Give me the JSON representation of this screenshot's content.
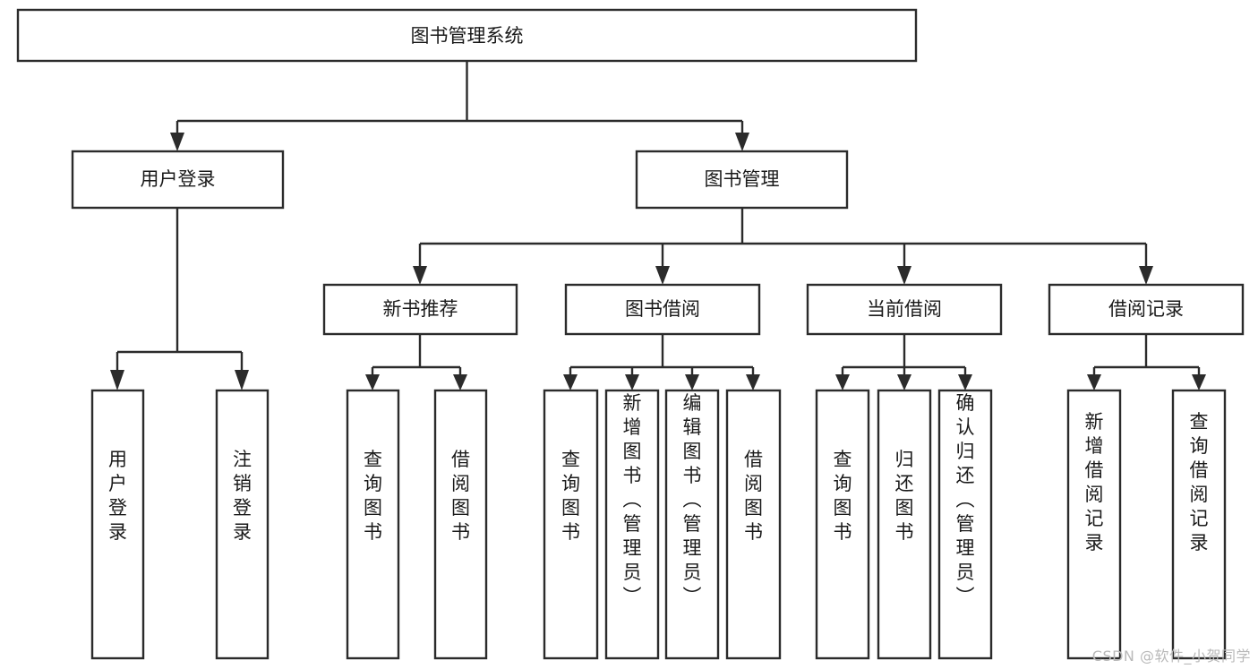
{
  "diagram": {
    "type": "tree-hierarchy-chart",
    "title": "图书管理系统",
    "watermark": "CSDN @软件_小贺同学",
    "colors": {
      "stroke": "#2b2b2b",
      "box_fill": "#ffffff",
      "text": "#1a1a1a",
      "background": "#ffffff",
      "watermark": "#b9b9b9"
    },
    "levels": [
      {
        "level": 1,
        "nodes": [
          {
            "id": "root",
            "label": "图书管理系统",
            "orientation": "horizontal"
          }
        ]
      },
      {
        "level": 2,
        "nodes": [
          {
            "id": "user-login",
            "label": "用户登录",
            "orientation": "horizontal",
            "parent": "root"
          },
          {
            "id": "book-manage",
            "label": "图书管理",
            "orientation": "horizontal",
            "parent": "root"
          }
        ]
      },
      {
        "level": 3,
        "nodes": [
          {
            "id": "new-book-rec",
            "label": "新书推荐",
            "orientation": "horizontal",
            "parent": "book-manage"
          },
          {
            "id": "book-borrow",
            "label": "图书借阅",
            "orientation": "horizontal",
            "parent": "book-manage"
          },
          {
            "id": "current-borrow",
            "label": "当前借阅",
            "orientation": "horizontal",
            "parent": "book-manage"
          },
          {
            "id": "borrow-record",
            "label": "借阅记录",
            "orientation": "horizontal",
            "parent": "book-manage"
          }
        ]
      },
      {
        "level": 4,
        "nodes": [
          {
            "id": "leaf-user-login",
            "label": "用户登录",
            "orientation": "vertical",
            "parent": "user-login"
          },
          {
            "id": "leaf-logout",
            "label": "注销登录",
            "orientation": "vertical",
            "parent": "user-login"
          },
          {
            "id": "leaf-query-book-1",
            "label": "查询图书",
            "orientation": "vertical",
            "parent": "new-book-rec"
          },
          {
            "id": "leaf-borrow-book-1",
            "label": "借阅图书",
            "orientation": "vertical",
            "parent": "new-book-rec"
          },
          {
            "id": "leaf-query-book-2",
            "label": "查询图书",
            "orientation": "vertical",
            "parent": "book-borrow"
          },
          {
            "id": "leaf-add-book",
            "label": "新增图书（管理员）",
            "orientation": "vertical",
            "parent": "book-borrow"
          },
          {
            "id": "leaf-edit-book",
            "label": "编辑图书（管理员）",
            "orientation": "vertical",
            "parent": "book-borrow"
          },
          {
            "id": "leaf-borrow-book-2",
            "label": "借阅图书",
            "orientation": "vertical",
            "parent": "book-borrow"
          },
          {
            "id": "leaf-query-book-3",
            "label": "查询图书",
            "orientation": "vertical",
            "parent": "current-borrow"
          },
          {
            "id": "leaf-return-book",
            "label": "归还图书",
            "orientation": "vertical",
            "parent": "current-borrow"
          },
          {
            "id": "leaf-confirm-return",
            "label": "确认归还（管理员）",
            "orientation": "vertical",
            "parent": "current-borrow"
          },
          {
            "id": "leaf-add-record",
            "label": "新增借阅记录",
            "orientation": "vertical",
            "parent": "borrow-record"
          },
          {
            "id": "leaf-query-record",
            "label": "查询借阅记录",
            "orientation": "vertical",
            "parent": "borrow-record"
          }
        ]
      }
    ]
  }
}
